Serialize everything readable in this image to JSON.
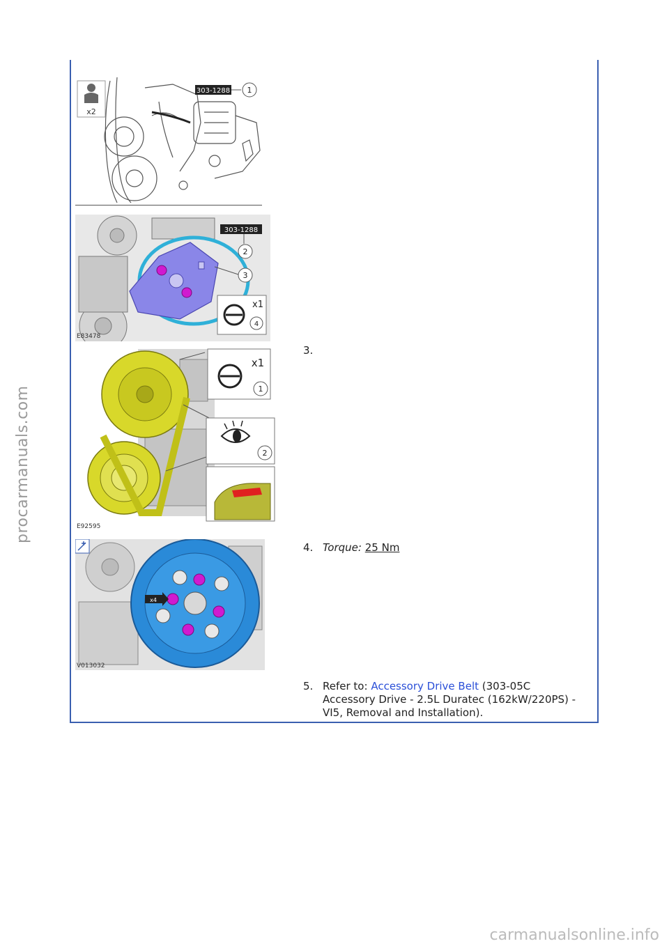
{
  "watermarks": {
    "side": "procarmanuals.com",
    "bottom": "carmanualsonline.info"
  },
  "figures": {
    "fig1": {
      "callouts": [
        "1"
      ],
      "tool_id": "303-1288",
      "persons": "x2"
    },
    "fig2": {
      "callouts": [
        "2",
        "3",
        "4"
      ],
      "tool_id": "303-1288",
      "rotation": "x1",
      "code": "E83478"
    },
    "fig3": {
      "callouts": [
        "1",
        "2"
      ],
      "rotation": "x1",
      "code": "E92595"
    },
    "fig4": {
      "bolts": "x4",
      "code": "V013032"
    }
  },
  "steps": {
    "s3": {
      "number": "3."
    },
    "s4": {
      "number": "4.",
      "torque_label": "Torque:",
      "torque_value": "25 Nm"
    },
    "s5": {
      "number": "5.",
      "prefix": "Refer to:",
      "link": "Accessory Drive Belt",
      "suffix_line1": "(303-05C",
      "line2": "Accessory Drive - 2.5L Duratec (162kW/220PS) -",
      "line3": "VI5, Removal and Installation)."
    }
  },
  "colors": {
    "frame": "#3a5fb0",
    "link": "#2a4fd8",
    "tool_plate": "#8a86e8",
    "bolt": "#d01ad0",
    "belt": "#2fb0d8",
    "pulley_yellow": "#d8d82a",
    "pulley_blue": "#2a8ad8"
  }
}
